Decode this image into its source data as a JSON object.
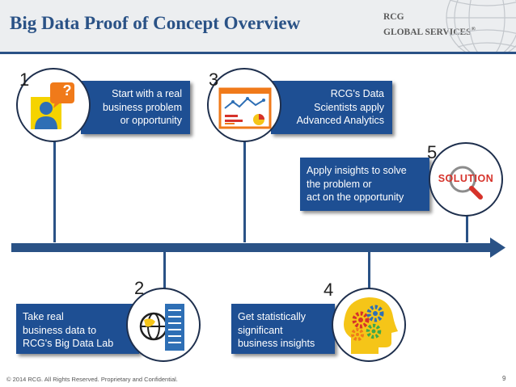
{
  "header": {
    "title": "Big Data Proof of Concept Overview",
    "brand_line1": "RCG",
    "brand_line2": "GLOBAL SERVICES",
    "brand_mark": "®"
  },
  "steps": [
    {
      "number": "1",
      "icon": "person-question-icon",
      "question_mark": "?",
      "lines": [
        "Start with a real",
        "business problem",
        "or opportunity"
      ]
    },
    {
      "number": "2",
      "icon": "globe-server-icon",
      "lines": [
        "Take real",
        "business data to",
        "RCG's Big Data Lab"
      ]
    },
    {
      "number": "3",
      "icon": "analytics-dashboard-icon",
      "lines": [
        "RCG's Data",
        "Scientists apply",
        "Advanced Analytics"
      ]
    },
    {
      "number": "4",
      "icon": "head-gears-icon",
      "lines": [
        "Get statistically",
        "significant",
        "business insights"
      ]
    },
    {
      "number": "5",
      "icon": "magnifier-solution-icon",
      "solution_word": "SOLUTION",
      "lines": [
        "Apply insights to solve",
        "the problem or",
        "act on the opportunity"
      ]
    }
  ],
  "footer": {
    "copyright": "© 2014 RCG. All Rights Reserved. Proprietary and Confidential.",
    "page_number": "9"
  },
  "colors": {
    "navy": "#2a5286",
    "box_blue": "#1e4f93",
    "orange": "#f07a1a",
    "yellow": "#f5c518",
    "red": "#d6322a"
  }
}
